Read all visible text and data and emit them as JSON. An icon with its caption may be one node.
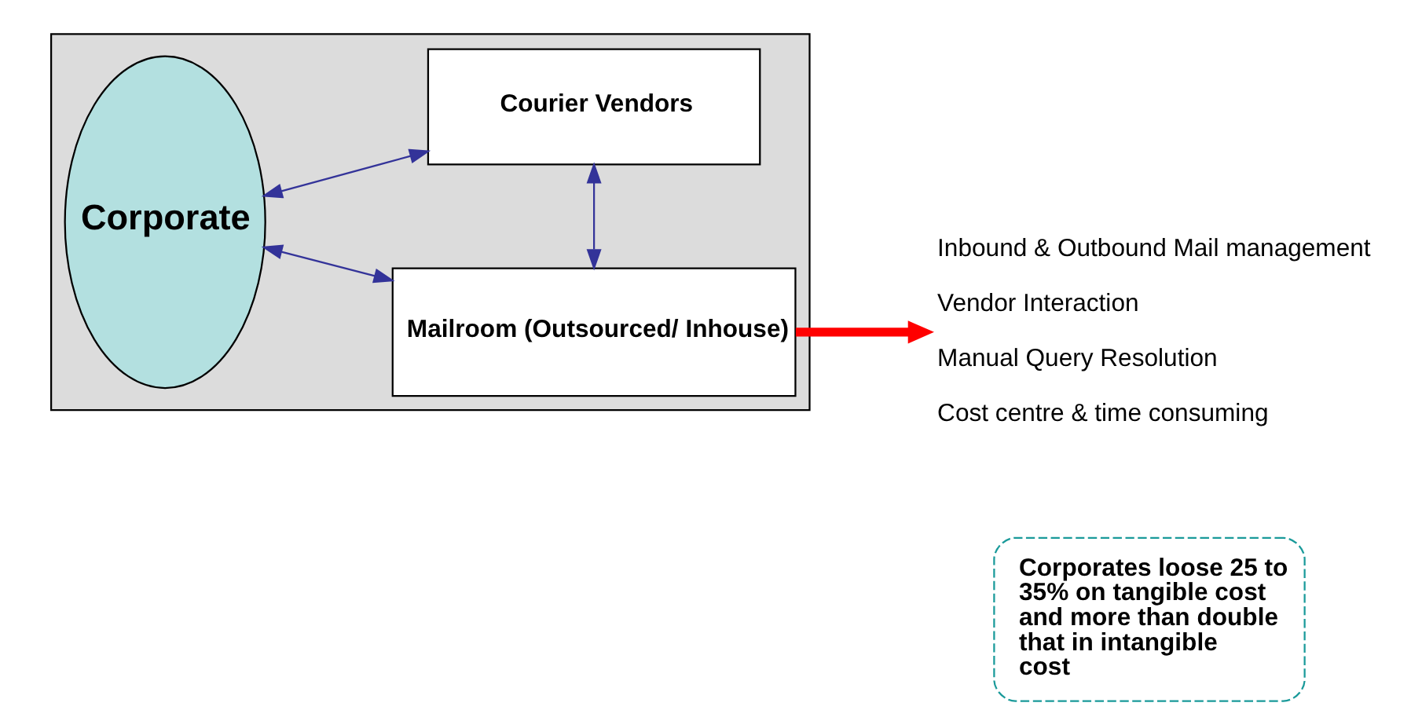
{
  "diagram": {
    "nodes": [
      {
        "text": [],
        "shape": "box"
      },
      {
        "text": [
          "Corporate"
        ],
        "in": 0
      },
      {
        "text": [
          "Mailroom (Outsourced/ Inhouse)"
        ],
        "in": 0
      },
      {
        "text": [
          "Courier Vendors"
        ],
        "in": 0
      },
      {
        "text": [
          "Inbound & Outbound Mail management",
          "Vendor Interaction",
          "Manual Query Resolution",
          "Cost centre & time consuming"
        ]
      },
      {
        "text": [
          "Corporates loose 25 to 35% on tangible cost and more than double that in intangible cost"
        ]
      }
    ],
    "edges": [
      {
        "from": 1,
        "to": 2,
        "arrow": "both"
      },
      {
        "from": 1,
        "to": 3,
        "arrow": "both"
      },
      {
        "from": 2,
        "to": 3,
        "arrow": "both"
      },
      {
        "from": 2,
        "to": 4,
        "arrow": "to",
        "style": "thick",
        "color": "#ff0000"
      }
    ]
  }
}
